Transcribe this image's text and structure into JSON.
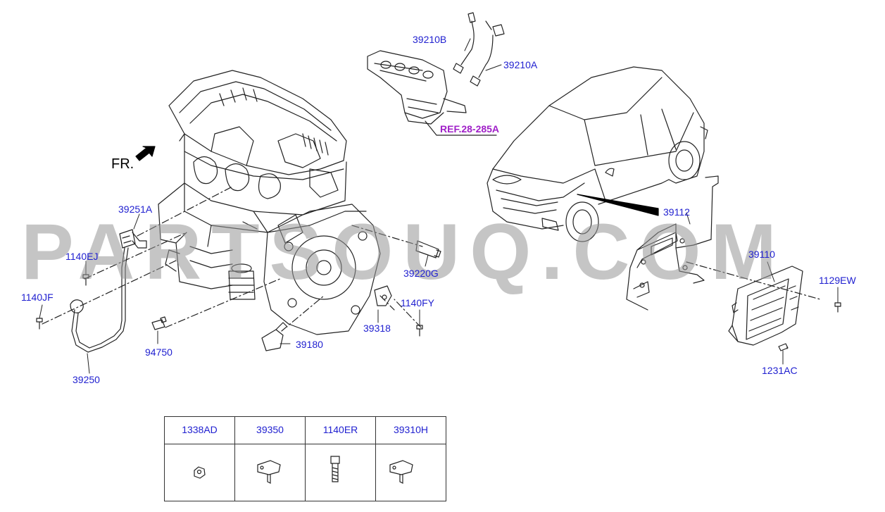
{
  "watermark": "PARTSOUQ.COM",
  "front_indicator": "FR.",
  "reference": "REF.28-285A",
  "callouts": {
    "c39210B": "39210B",
    "c39210A": "39210A",
    "c39251A": "39251A",
    "c1140EJ": "1140EJ",
    "c1140JF": "1140JF",
    "c39250": "39250",
    "c94750": "94750",
    "c39180": "39180",
    "c39220G": "39220G",
    "c39318": "39318",
    "c1140FY": "1140FY",
    "c39112": "39112",
    "c39110": "39110",
    "c1129EW": "1129EW",
    "c1231AC": "1231AC"
  },
  "parts_table": {
    "columns": [
      "1338AD",
      "39350",
      "1140ER",
      "39310H"
    ]
  },
  "colors": {
    "callout": "#1f1fd0",
    "reference": "#a020c8",
    "line_art": "#222222",
    "watermark": "#969696"
  }
}
